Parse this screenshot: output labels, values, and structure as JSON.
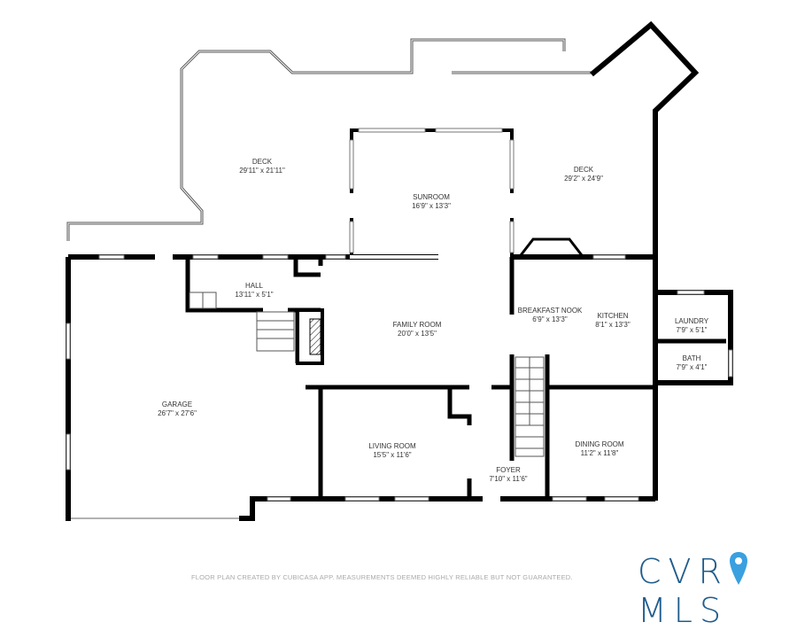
{
  "rooms": [
    {
      "name": "DECK",
      "size": "29'11\" x 21'11\""
    },
    {
      "name": "SUNROOM",
      "size": "16'9\" x 13'3\""
    },
    {
      "name": "DECK",
      "size": "29'2\" x 24'9\""
    },
    {
      "name": "HALL",
      "size": "13'11\" x 5'1\""
    },
    {
      "name": "FAMILY ROOM",
      "size": "20'0\" x 13'5\""
    },
    {
      "name": "BREAKFAST NOOK",
      "size": "6'9\" x 13'3\""
    },
    {
      "name": "KITCHEN",
      "size": "8'1\" x 13'3\""
    },
    {
      "name": "LAUNDRY",
      "size": "7'9\" x 5'1\""
    },
    {
      "name": "BATH",
      "size": "7'9\" x 4'1\""
    },
    {
      "name": "GARAGE",
      "size": "26'7\" x 27'6\""
    },
    {
      "name": "LIVING ROOM",
      "size": "15'5\" x 11'6\""
    },
    {
      "name": "FOYER",
      "size": "7'10\" x 11'6\""
    },
    {
      "name": "DINING ROOM",
      "size": "11'2\" x 11'8\""
    }
  ],
  "footer": "FLOOR PLAN CREATED BY CUBICASA APP. MEASUREMENTS DEEMED HIGHLY RELIABLE BUT NOT GUARANTEED.",
  "logo": {
    "text": "CVRMLS",
    "left": "CVR",
    "right": "MLS",
    "icon": "map-pin-icon",
    "color": "#1f5c8c",
    "pin_color": "#3aa0e0"
  },
  "colors": {
    "wall": "#000000",
    "text": "#333333",
    "footer": "#a9a9a9"
  }
}
